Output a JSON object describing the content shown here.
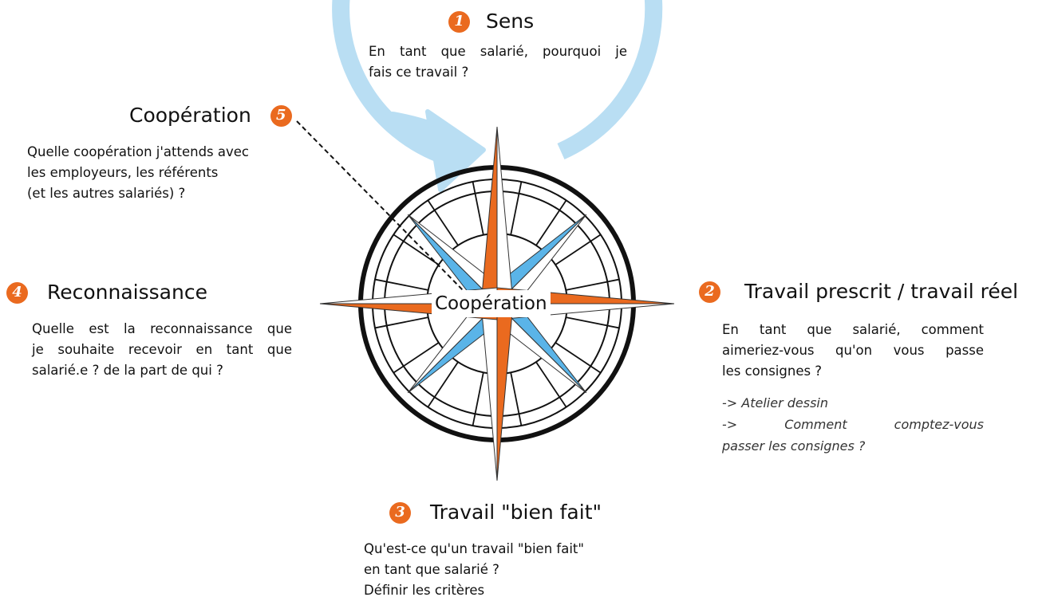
{
  "colors": {
    "accent": "#ea6a1f",
    "cycle_arrow": "#b9def3",
    "compass_blue": "#5ab4e8",
    "ink": "#111111"
  },
  "center_label": "Coopération",
  "steps": {
    "sens": {
      "number": "1",
      "title": "Sens",
      "lines": [
        "En tant que salarié, pourquoi je",
        "fais ce travail ?"
      ]
    },
    "travail_prescrit": {
      "number": "2",
      "title": "Travail prescrit / travail réel",
      "lines": [
        "En tant que salarié, comment",
        "aimeriez-vous qu'on vous passe",
        "les consignes ?"
      ],
      "notes": [
        "-> Atelier dessin",
        "-> Comment comptez-vous",
        "passer les consignes ?"
      ]
    },
    "bien_fait": {
      "number": "3",
      "title": "Travail \"bien fait\"",
      "lines": [
        "Qu'est-ce qu'un travail \"bien fait\"",
        "en tant que salarié ?",
        "Définir les critères"
      ]
    },
    "reconnaissance": {
      "number": "4",
      "title": "Reconnaissance",
      "lines": [
        "Quelle est la reconnaissance que",
        "je souhaite recevoir en tant que",
        "salarié.e ? de la part de qui ?"
      ]
    },
    "cooperation": {
      "number": "5",
      "title": "Coopération",
      "lines": [
        "Quelle coopération j'attends avec",
        "les employeurs, les référents",
        "(et les autres salariés) ?"
      ]
    }
  }
}
